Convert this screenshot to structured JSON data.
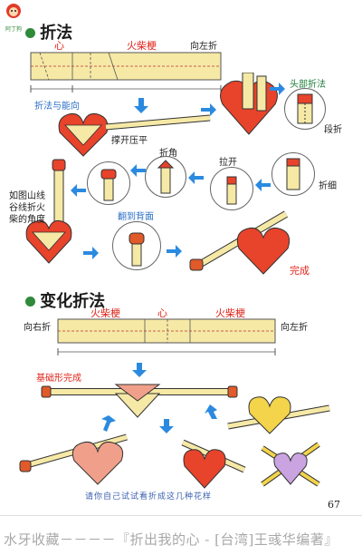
{
  "logo": {
    "text": "阿丁狗"
  },
  "section1": {
    "title": "折法",
    "strip_labels": {
      "heart": "心",
      "matchstick": "火柴梗",
      "fold_left": "向左折"
    },
    "labels": {
      "fold_down": "折法与能向",
      "push_open": "撑开压平",
      "head_fold": "头部折法",
      "segment_fold": "段折",
      "fold_corner": "折角",
      "pull_open": "拉开",
      "fold_thin": "折细",
      "mountain_valley": "如图山线\n谷线折火\n柴的角度",
      "fold_to_back": "翻到背面",
      "done": "完成"
    }
  },
  "section2": {
    "title": "变化折法",
    "strip_labels": {
      "match_left": "火柴梗",
      "heart": "心",
      "match_right": "火柴梗",
      "fold_right": "向右折",
      "fold_left": "向左折"
    },
    "labels": {
      "basic_done": "基础形完成"
    },
    "hint": "请你自己试试看折成这几种花样"
  },
  "page_number": "67",
  "footer": "水牙收藏－－－－『折出我的心 - [台湾]王彧华编著』",
  "colors": {
    "heart": "#e8432b",
    "heart_light": "#f0a08a",
    "paper": "#f6e9a6",
    "accent_green": "#2f8a3a",
    "arrow_blue": "#2b8ae0",
    "match_head": "#e05a2a"
  }
}
